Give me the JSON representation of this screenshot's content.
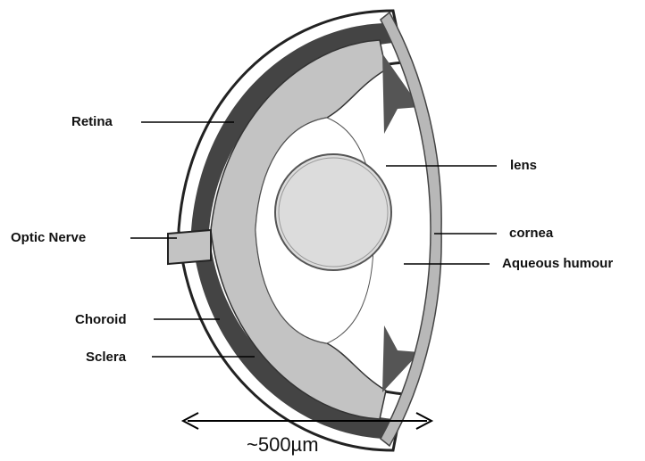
{
  "labels": {
    "retina": "Retina",
    "optic_nerve": "Optic Nerve",
    "choroid": "Choroid",
    "sclera": "Sclera",
    "lens": "lens",
    "cornea": "cornea",
    "aqueous_humour": "Aqueous humour"
  },
  "scale_bar": {
    "label": "~500µm"
  }
}
